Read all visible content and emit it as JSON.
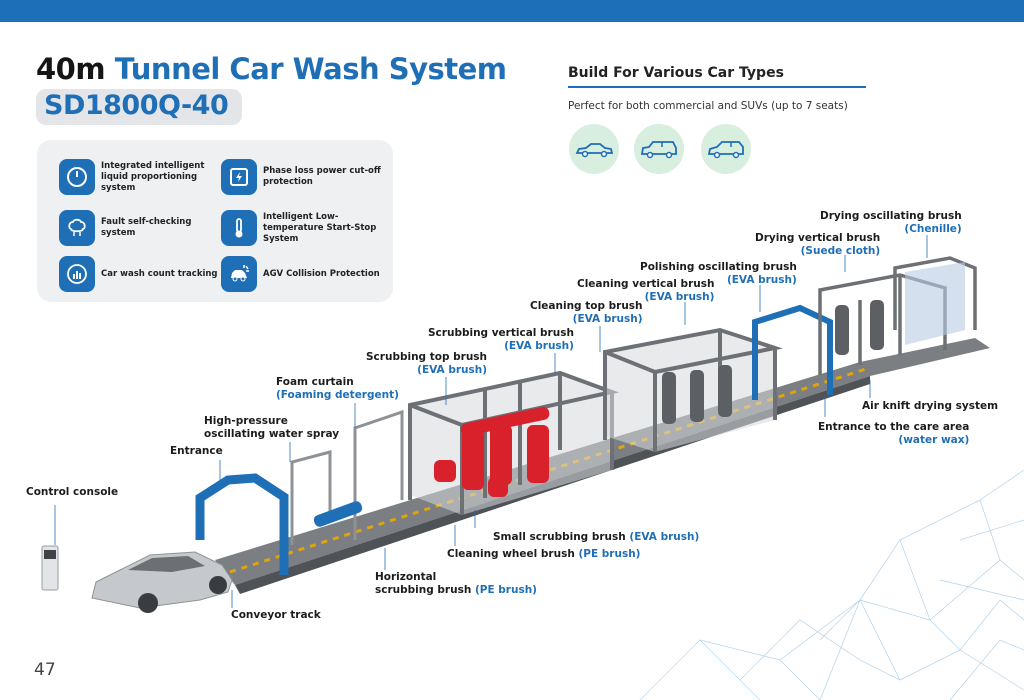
{
  "header": {
    "title_dark": "40m",
    "title_blue": "Tunnel Car Wash  System",
    "model": "SD1800Q-40"
  },
  "features": [
    {
      "icon": "gauge-icon",
      "text": "Integrated intelligent liquid proportioning system"
    },
    {
      "icon": "power-cutoff-icon",
      "text": "Phase loss power cut-off protection"
    },
    {
      "icon": "brain-icon",
      "text": "Fault self-checking system"
    },
    {
      "icon": "thermometer-icon",
      "text": "Intelligent Low-temperature Start-Stop System"
    },
    {
      "icon": "bar-chart-icon",
      "text": "Car wash count tracking"
    },
    {
      "icon": "collision-car-icon",
      "text": "AGV Collision Protection"
    }
  ],
  "build": {
    "title": "Build For Various Car Types",
    "subtitle": "Perfect for both commercial and SUVs (up to 7 seats)",
    "car_icons": [
      "sedan-icon",
      "suv-icon",
      "mpv-icon"
    ]
  },
  "labels": {
    "drying_osc_1": "Drying oscillating brush",
    "drying_osc_2": "(Chenille)",
    "drying_vert_1": "Drying vertical brush",
    "drying_vert_2": "(Suede cloth)",
    "polishing_1": "Polishing oscillating brush",
    "polishing_2": "(EVA brush)",
    "cleaning_vert_1": "Cleaning vertical brush",
    "cleaning_vert_2": "(EVA brush)",
    "cleaning_top_1": "Cleaning top brush",
    "cleaning_top_2": "(EVA brush)",
    "scrub_vert_1": "Scrubbing vertical brush",
    "scrub_vert_2": "(EVA brush)",
    "scrub_top_1": "Scrubbing top brush",
    "scrub_top_2": "(EVA brush)",
    "foam_1": "Foam curtain",
    "foam_2": "(Foaming detergent)",
    "highpressure_1": "High-pressure",
    "highpressure_2": "oscillating water spray",
    "entrance": "Entrance",
    "control": "Control console",
    "air_knife": "Air knift drying system",
    "care_1": "Entrance to the care area",
    "care_2": "(water wax)",
    "small_scrub_1": "Small scrubbing brush",
    "small_scrub_2": "(EVA brush)",
    "wheel_1": "Cleaning wheel brush",
    "wheel_2": "(PE brush)",
    "horiz_1": "Horizontal",
    "horiz_2": "scrubbing brush",
    "horiz_3": "(PE brush)",
    "conveyor": "Conveyor track"
  },
  "page_number": "47",
  "colors": {
    "brand_blue": "#1f6fb6",
    "brush_red": "#d8212b",
    "frame_gray": "#8e9296"
  }
}
